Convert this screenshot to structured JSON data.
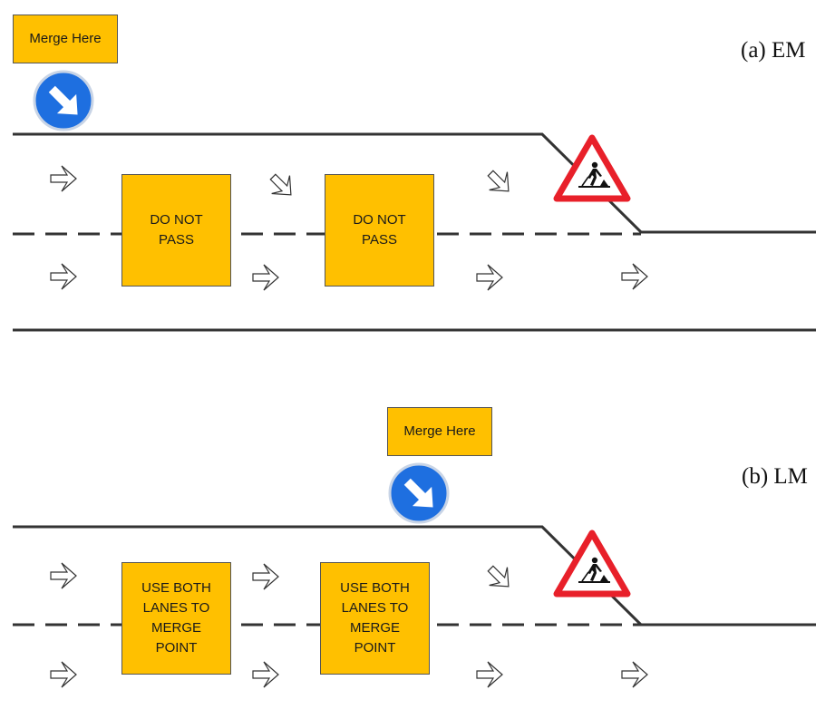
{
  "colors": {
    "sign_fill": "#FFC000",
    "road_line": "#333333",
    "keep_sign_blue": "#1E6FE0",
    "warning_red": "#E8202A"
  },
  "panels": [
    {
      "caption": "(a)  EM",
      "merge_sign_text": "Merge Here",
      "lane_signs": [
        "DO NOT\nPASS",
        "DO NOT\nPASS"
      ],
      "icons": [
        "keep-right-arrow-icon",
        "roadworks-warning-icon",
        "traffic-direction-arrow-icon"
      ]
    },
    {
      "caption": "(b)  LM",
      "merge_sign_text": "Merge Here",
      "lane_signs": [
        "USE BOTH\nLANES TO\nMERGE\nPOINT",
        "USE BOTH\nLANES TO\nMERGE\nPOINT"
      ],
      "icons": [
        "keep-right-arrow-icon",
        "roadworks-warning-icon",
        "traffic-direction-arrow-icon"
      ]
    }
  ]
}
